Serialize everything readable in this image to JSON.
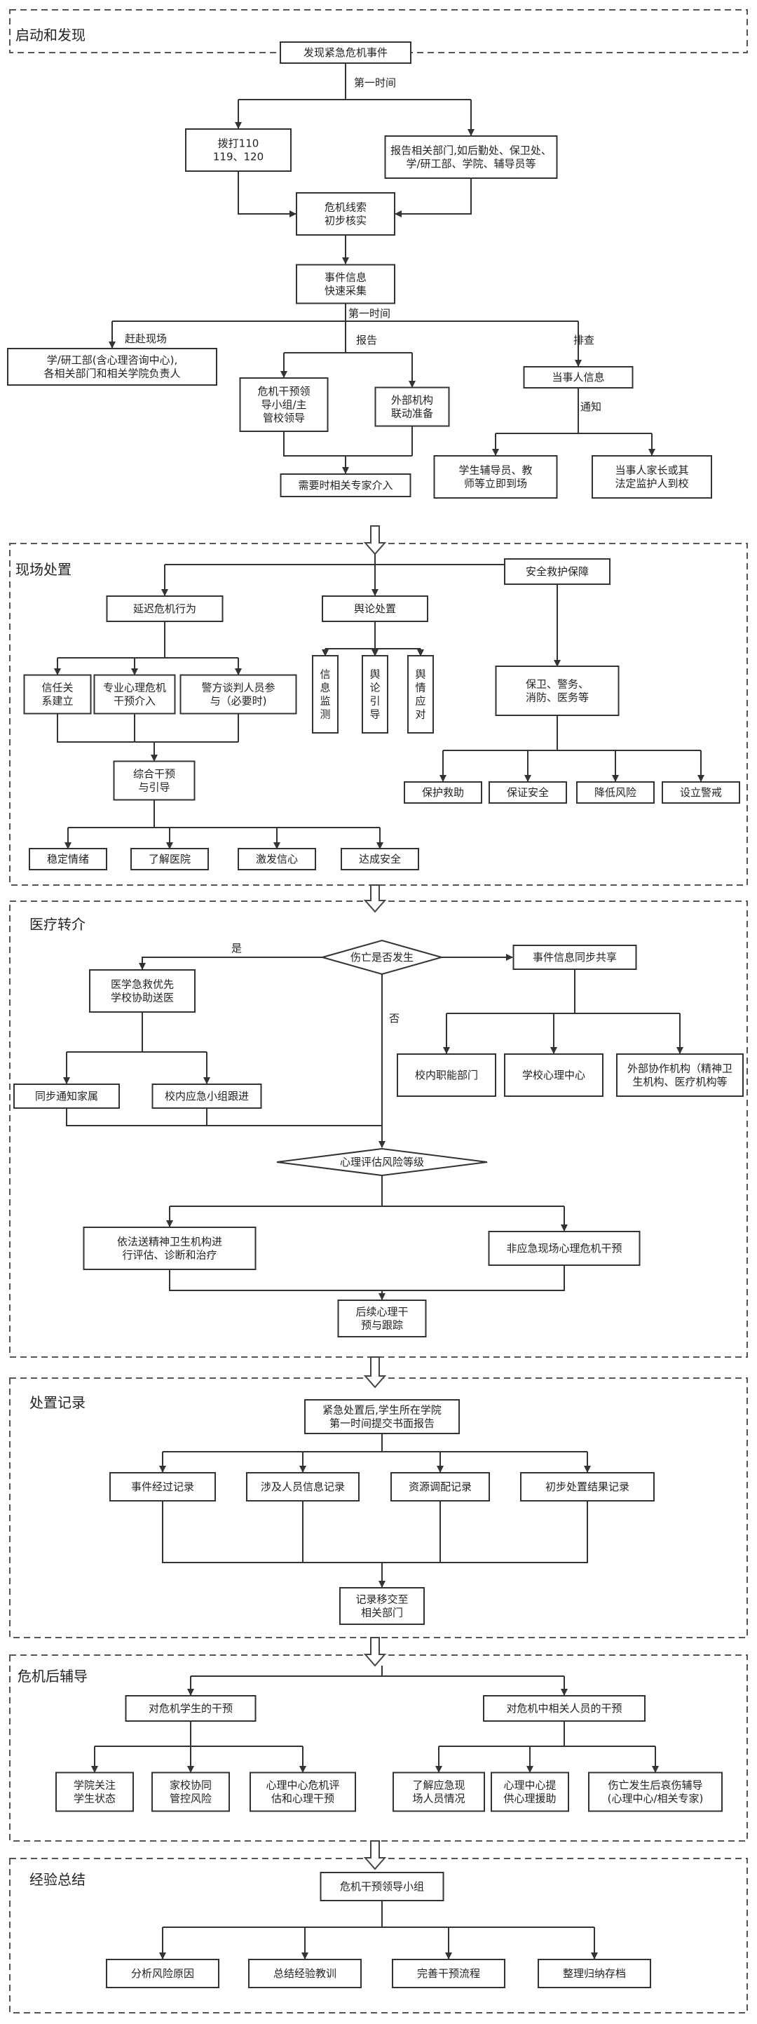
{
  "sections": [
    {
      "title": "启动和发现"
    },
    {
      "title": "现场处置"
    },
    {
      "title": "医疗转介"
    },
    {
      "title": "处置记录"
    },
    {
      "title": "危机后辅导"
    },
    {
      "title": "经验总结"
    }
  ],
  "s1": {
    "discover": "发现紧急危机事件",
    "first_time_1": "第一时间",
    "call": [
      "拨打110",
      "119、120"
    ],
    "report_depts": [
      "报告相关部门,如后勤处、保卫处、",
      "学/研工部、学院、辅导员等"
    ],
    "verify": [
      "危机线索",
      "初步核实"
    ],
    "collect": [
      "事件信息",
      "快速采集"
    ],
    "first_time_2": "第一时间",
    "rush": "赶赴现场",
    "report": "报告",
    "investigate": "排查",
    "notify": "通知",
    "onsite_staff": [
      "学/研工部(含心理咨询中心),",
      "各相关部门和相关学院负责人"
    ],
    "leaders": [
      "危机干预领",
      "导小组/主",
      "管校领导"
    ],
    "external": [
      "外部机构",
      "联动准备"
    ],
    "experts": "需要时相关专家介入",
    "party_info": "当事人信息",
    "counselors": [
      "学生辅导员、教",
      "师等立即到场"
    ],
    "parents": [
      "当事人家长或其",
      "法定监护人到校"
    ]
  },
  "s2": {
    "delay": "延迟危机行为",
    "opinion": "舆论处置",
    "safety": "安全救护保障",
    "trust": [
      "信任关",
      "系建立"
    ],
    "psych": [
      "专业心理危机",
      "干预介入"
    ],
    "police_talk": [
      "警方谈判人员参",
      "与（必要时)"
    ],
    "info_monitor": [
      "信",
      "息",
      "监",
      "测"
    ],
    "opinion_guide": [
      "舆",
      "论",
      "引",
      "导"
    ],
    "opinion_respond": [
      "舆",
      "情",
      "应",
      "对"
    ],
    "security_units": [
      "保卫、警务、",
      "消防、医务等"
    ],
    "comprehensive": [
      "综合干预",
      "与引导"
    ],
    "stabilize": "稳定情绪",
    "understand": "了解医院",
    "inspire": "激发信心",
    "reach_safety": "达成安全",
    "protect": "保护救助",
    "ensure_safety": "保证安全",
    "reduce_risk": "降低风险",
    "set_alert": "设立警戒"
  },
  "s3": {
    "death_q": "伤亡是否发生",
    "yes": "是",
    "no": "否",
    "first_aid": [
      "医学急救优先",
      "学校协助送医"
    ],
    "notify_family": "同步通知家属",
    "campus_team": "校内应急小组跟进",
    "share_info": "事件信息同步共享",
    "campus_depts": "校内职能部门",
    "psych_center": "学校心理中心",
    "ext_orgs": [
      "外部协作机构（精神卫",
      "生机构、医疗机构等"
    ],
    "risk_level": "心理评估风险等级",
    "mental_inst": [
      "依法送精神卫生机构进",
      "行评估、诊断和治疗"
    ],
    "non_emergency": "非应急现场心理危机干预",
    "followup": [
      "后续心理干",
      "预与跟踪"
    ]
  },
  "s4": {
    "written_report": [
      "紧急处置后,学生所在学院",
      "第一时间提交书面报告"
    ],
    "event_record": "事件经过记录",
    "people_record": "涉及人员信息记录",
    "resource_record": "资源调配记录",
    "result_record": "初步处置结果记录",
    "transfer": [
      "记录移交至",
      "相关部门"
    ]
  },
  "s5": {
    "for_students": "对危机学生的干预",
    "for_related": "对危机中相关人员的干预",
    "college_attn": [
      "学院关注",
      "学生状态"
    ],
    "home_school": [
      "家校协同",
      "管控风险"
    ],
    "center_assess": [
      "心理中心危机评",
      "估和心理干预"
    ],
    "know_onsite": [
      "了解应急现",
      "场人员情况"
    ],
    "center_help": [
      "心理中心提",
      "供心理援助"
    ],
    "grief": [
      "伤亡发生后哀伤辅导",
      "(心理中心/相关专家)"
    ]
  },
  "s6": {
    "group": "危机干预领导小组",
    "analyze": "分析风险原因",
    "summarize": "总结经验教训",
    "improve": "完善干预流程",
    "archive": "整理归纳存档"
  }
}
